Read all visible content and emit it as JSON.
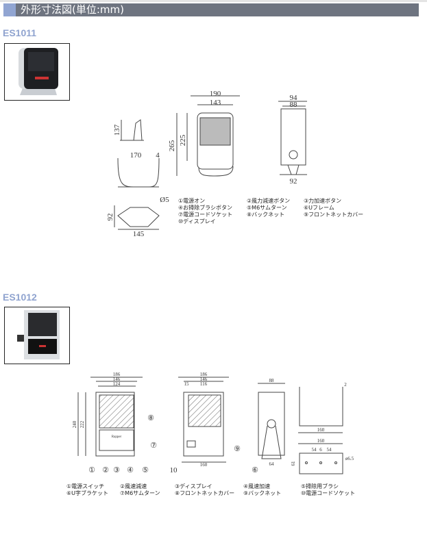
{
  "header": {
    "title": "外形寸法図(単位:mm)",
    "accent": "#91a5d2",
    "bg": "#6e7480"
  },
  "sections": [
    {
      "model": "ES1011",
      "dims": {
        "w190": "190",
        "w143": "143",
        "h265": "265",
        "h225": "225",
        "h137": "137",
        "w170": "170",
        "t4": "4",
        "w94": "94",
        "w88": "88",
        "w92": "92",
        "d92": "92",
        "w145": "145",
        "phi5": "Ø5"
      },
      "legend": [
        "①電源オン",
        "②風力減速ボタン",
        "③力加速ボタン",
        "④お掃除ブラシボタン",
        "⑤M6サムターン",
        "⑥Uフレーム",
        "⑦電源コードソケット",
        "⑧バックネット",
        "⑨フロントネットカバー",
        "⑩ディスプレイ"
      ]
    },
    {
      "model": "ES1012",
      "dims": {
        "w186": "186",
        "w146": "146",
        "w124": "124",
        "h240": "240",
        "h222": "222",
        "w116": "116",
        "s15": "15",
        "w160": "160",
        "w88": "88",
        "w64": "64",
        "t2": "2",
        "phi65": "ø6.5",
        "h61": "61",
        "s54": "54",
        "s6": "6",
        "brand": "Rapper"
      },
      "callouts": [
        "①",
        "②",
        "③",
        "④",
        "⑤",
        "⑥",
        "⑦",
        "⑧",
        "⑨",
        "10"
      ],
      "legend": [
        "①電源スイッチ",
        "②風速減速",
        "③ディスプレイ",
        "④風速加速",
        "⑤掃除用ブラシ",
        "⑥U字ブラケット",
        "⑦M6サムターン",
        "⑧フロントネットカバー",
        "⑨バックネット",
        "⑩電源コードソケット"
      ]
    }
  ]
}
